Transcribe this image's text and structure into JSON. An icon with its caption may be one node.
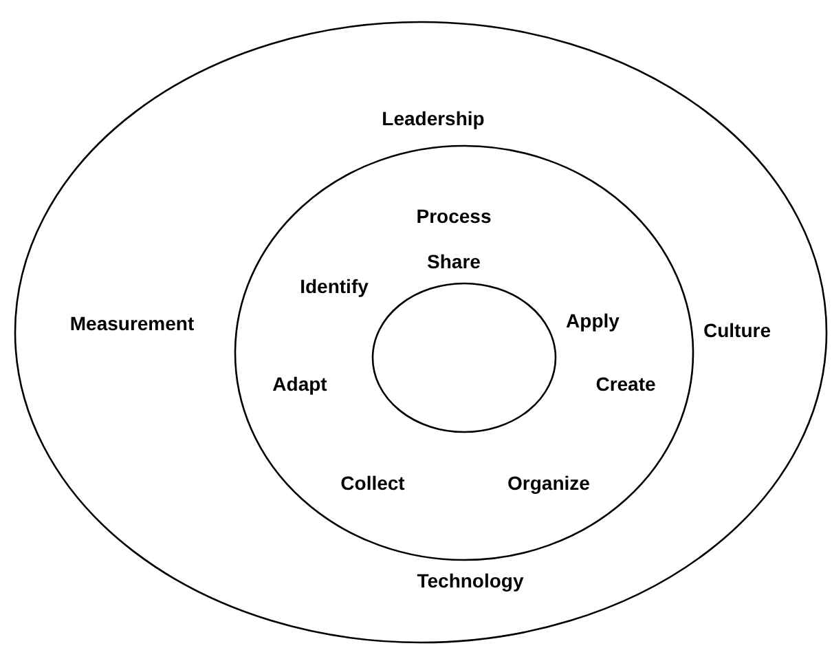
{
  "diagram": {
    "nodes": [
      {
        "text": [
          "Leadership",
          "Measurement",
          "Culture",
          "Technology"
        ]
      },
      {
        "text": [
          "Process",
          "Share",
          "Identify",
          "Apply",
          "Adapt",
          "Create",
          "Collect",
          "Organize"
        ],
        "in": 0
      },
      {
        "text": [],
        "shape": "ellipse",
        "in": 1
      }
    ],
    "edges": []
  }
}
